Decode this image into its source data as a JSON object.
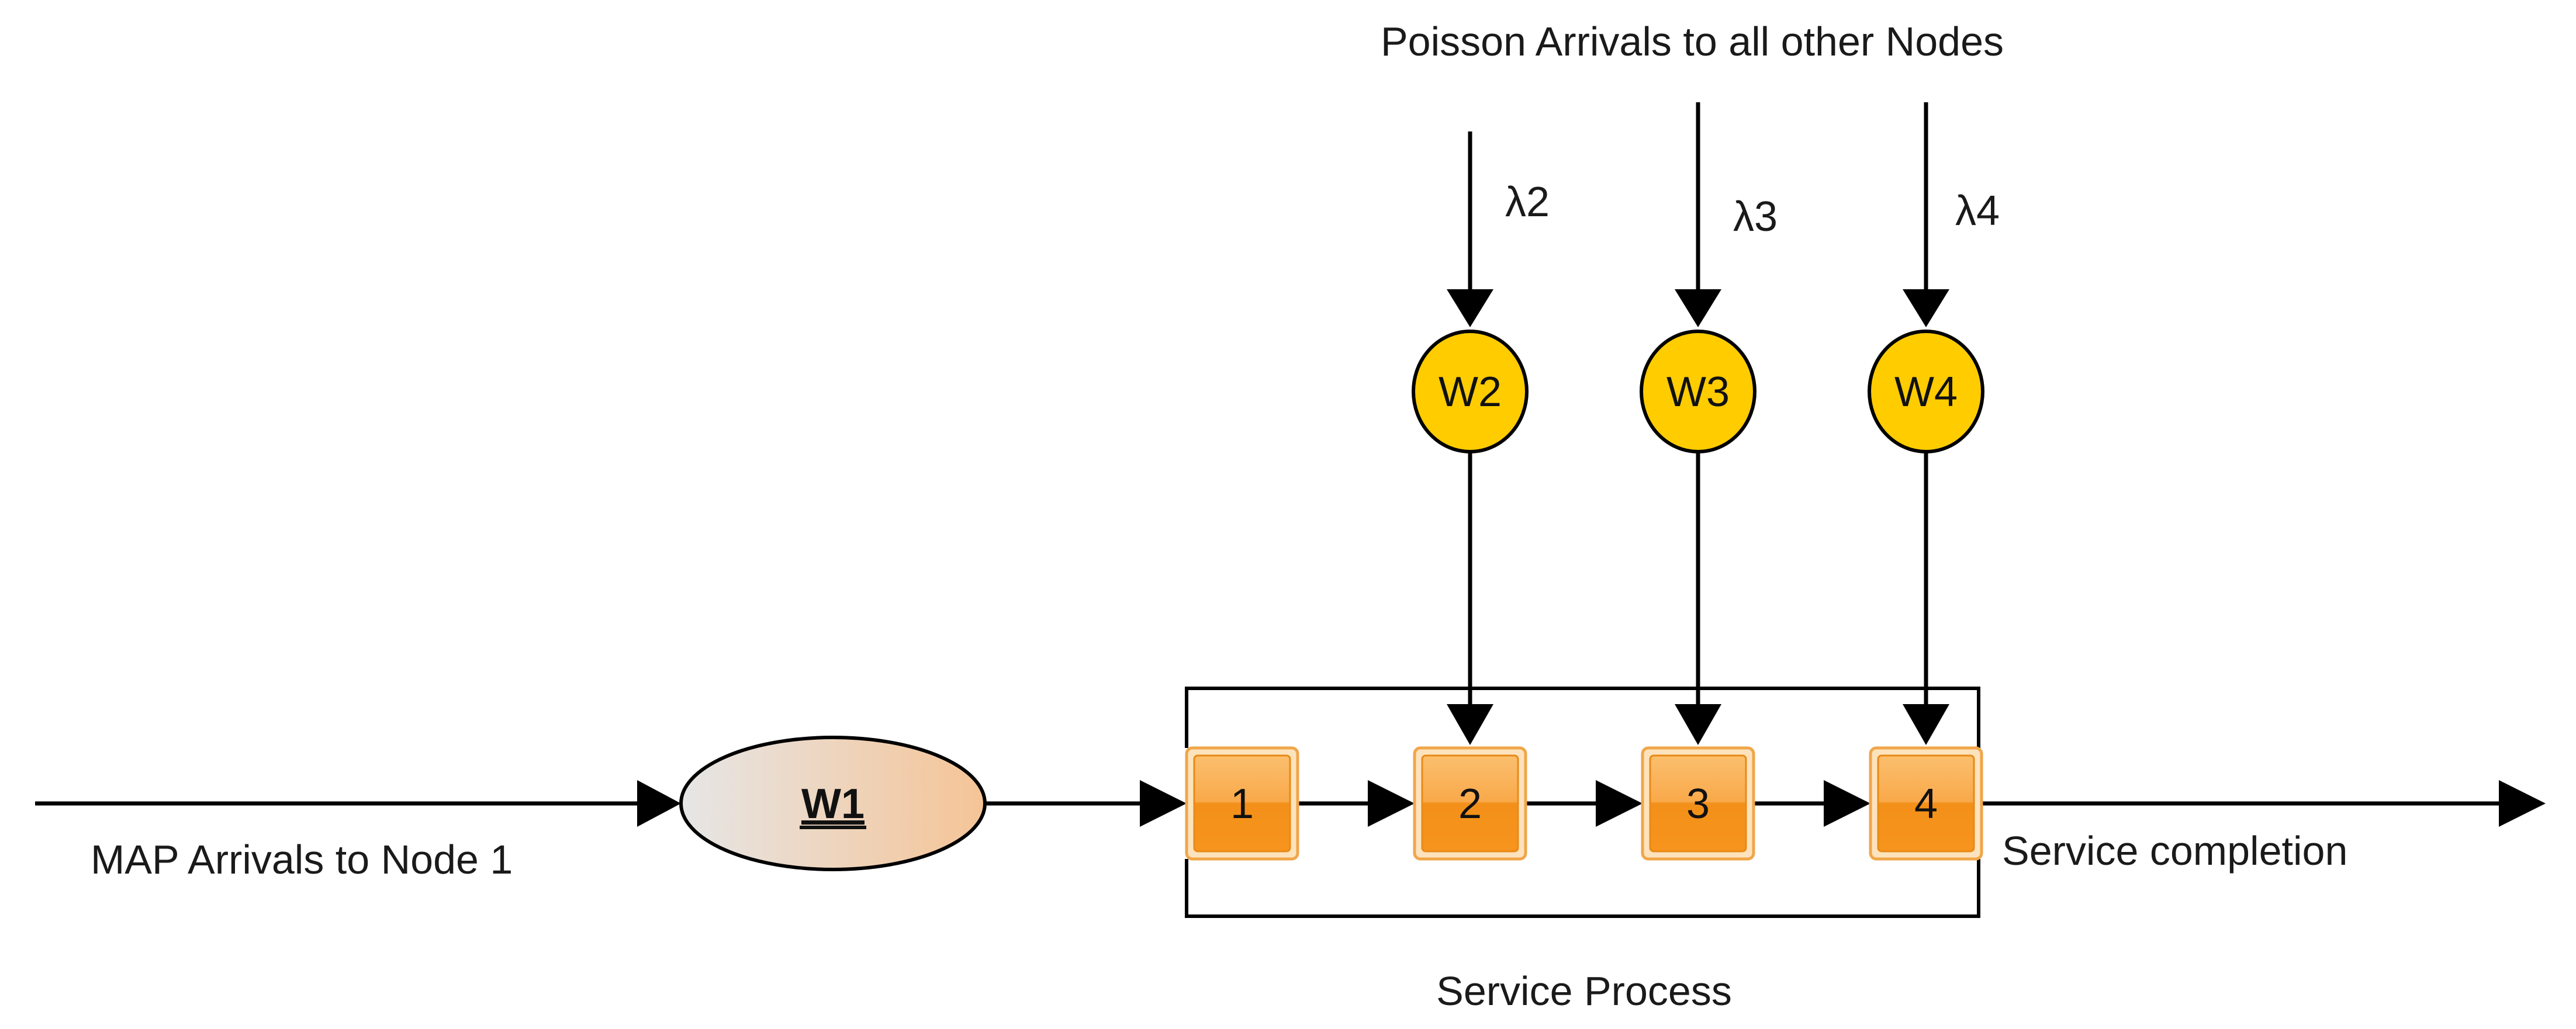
{
  "labels": {
    "poisson_title": "Poisson Arrivals to all other Nodes",
    "map_arrivals": "MAP Arrivals to Node 1",
    "service_completion": "Service completion",
    "service_process": "Service Process"
  },
  "w1_label": "W1",
  "queues": [
    {
      "label": "W2",
      "rate": "λ2"
    },
    {
      "label": "W3",
      "rate": "λ3"
    },
    {
      "label": "W4",
      "rate": "λ4"
    }
  ],
  "nodes": [
    "1",
    "2",
    "3",
    "4"
  ],
  "colors": {
    "queue_fill": "#ffcc00",
    "node_fill": "#f7941d",
    "node_highlight": "#fbbf6e",
    "w1_fill_left": "#e6e6e6",
    "w1_fill_right": "#f5c496",
    "stroke": "#000000"
  }
}
